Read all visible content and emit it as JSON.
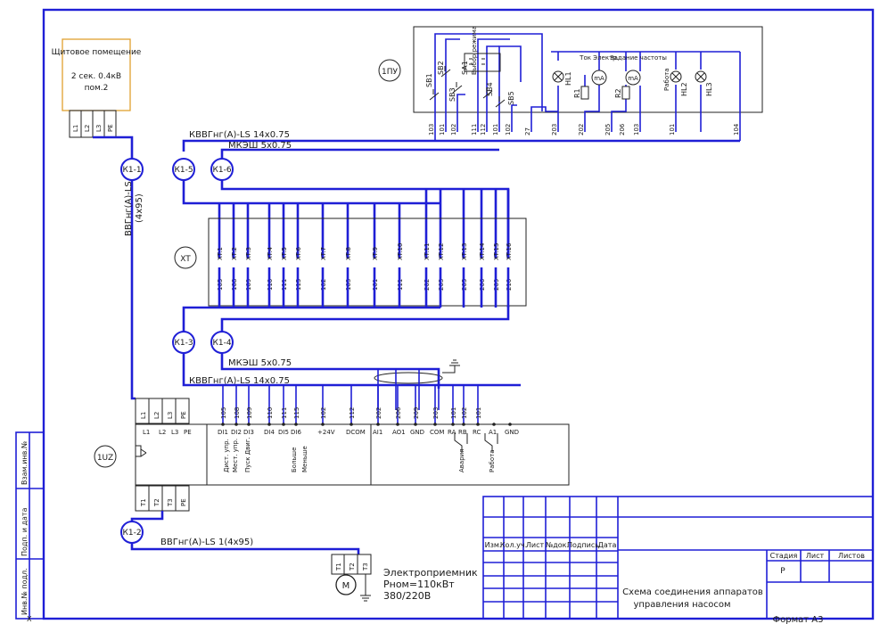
{
  "power_panel": {
    "title": "Щитовое помещение",
    "line2": "2 сек. 0.4кВ",
    "line3": "пом.2"
  },
  "panel_terminals": [
    "L1",
    "L2",
    "L3",
    "PE"
  ],
  "cable_main": {
    "name": "ВВГнг(А)-LS",
    "size": "(4х95)"
  },
  "node_k11": "К1-1",
  "node_k15": "К1-5",
  "node_k16": "К1-6",
  "node_k13": "К1-3",
  "node_k14": "К1-4",
  "node_k12": "К1-2",
  "cable_top_1": "КВВГнг(А)-LS 14х0.75",
  "cable_top_2": "МКЭШ 5х0.75",
  "cable_mid_1": "МКЭШ 5х0.75",
  "cable_mid_2": "КВВГнг(А)-LS 14х0.75",
  "cable_bottom": "ВВГнг(А)-LS 1(4х95)",
  "box_1pu": "1ПУ",
  "box_xt": "XT",
  "box_1uz": "1UZ",
  "pu_items": {
    "sb1": "SB1",
    "sb2": "SB2",
    "sb3": "SB3",
    "sb4": "SB4",
    "sb5": "SB5",
    "sa1": "SA1",
    "hl1": "HL1",
    "hl2": "HL2",
    "hl3": "HL3",
    "r1": "R1",
    "r2": "R2",
    "ta_label": "Ток Электр.",
    "freq_label": "Задание частоты",
    "lamp_label": "Работа",
    "mode_label": "Выбор режима"
  },
  "pu_terminals": [
    "103",
    "101",
    "102",
    "111",
    "112",
    "101",
    "102",
    "27",
    "203",
    "202",
    "205",
    "206",
    "103",
    "101",
    "104"
  ],
  "xt_top_labels": [
    "XT:1",
    "XT:2",
    "XT:3",
    "XT:4",
    "XT:5",
    "XT:6",
    "XT:7",
    "XT:8",
    "XT:9",
    "XT:10",
    "XT:11",
    "XT:12",
    "XT:13",
    "XT:14",
    "XT:15",
    "XT:16"
  ],
  "xt_bottom_labels": [
    "105",
    "108",
    "109",
    "110",
    "111",
    "115",
    "102",
    "103",
    "101",
    "111",
    "202",
    "203",
    "205",
    "206",
    "209",
    "210"
  ],
  "uz_input": [
    "L1",
    "L2",
    "L3",
    "PE"
  ],
  "uz_terminal_top": [
    "L1",
    "L2",
    "L3",
    "PE"
  ],
  "uz_ctrl_wires": [
    "105",
    "108",
    "109",
    "110",
    "111",
    "115",
    "102",
    "112",
    "202",
    "206",
    "209",
    "203",
    "101",
    "102",
    "101"
  ],
  "uz_ctrl_pins": [
    "DI1",
    "DI2",
    "DI3",
    "DI4",
    "DI5",
    "DI6",
    "+24V",
    "DCOM",
    "AI1",
    "AO1",
    "GND",
    "COM",
    "RA",
    "RB",
    "RC",
    "A1",
    "GND"
  ],
  "uz_functions": [
    "Дист. упр.",
    "Мест. упр.",
    "Пуск Двиг.",
    "Больше",
    "Меньше"
  ],
  "uz_relays": [
    "Авария",
    "Работа"
  ],
  "uz_output": [
    "T1",
    "T2",
    "T3",
    "PE"
  ],
  "motor": {
    "symbol": "М",
    "name": "Электроприемник",
    "power": "Рном=110кВт",
    "voltage": "380/220В",
    "terminals": [
      "T1",
      "T2",
      "T3"
    ]
  },
  "side_stamp": [
    "Инв.№ подл.",
    "Подп. и дата",
    "Взам.инв.№"
  ],
  "title_block": {
    "cols": [
      "Изм.",
      "Кол.уч.",
      "Лист",
      "№док.",
      "Подпись",
      "Дата"
    ],
    "heading": [
      "Стадия",
      "Лист",
      "Листов"
    ],
    "stage": "Р",
    "doc_title": "Схема соединения аппаратов",
    "doc_title2": "управления насосом",
    "format": "Формат А3"
  },
  "corner_mark": "X"
}
